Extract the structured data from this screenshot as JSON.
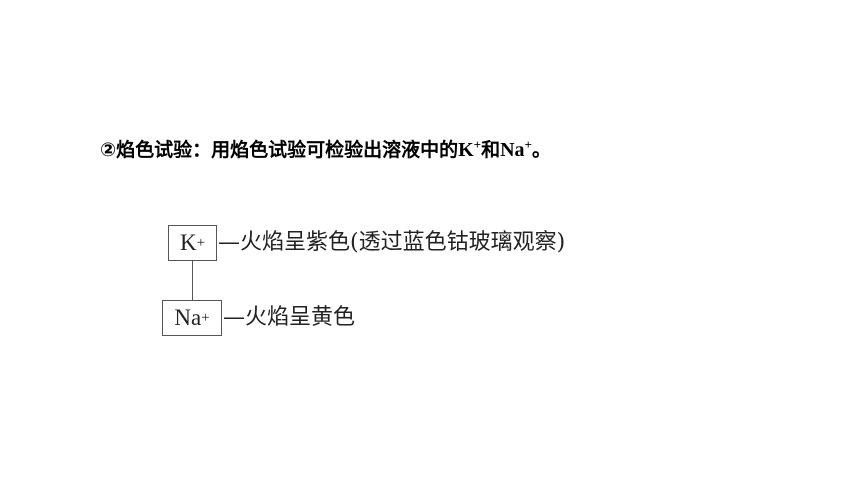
{
  "heading": {
    "prefix": "②焰色试验：用焰色试验可检验出溶液中的",
    "ion1_base": "K",
    "ion1_charge": "+",
    "conjunction": "和",
    "ion2_base": "Na",
    "ion2_charge": "+",
    "suffix": "。"
  },
  "diagram": {
    "potassium": {
      "symbol": "K",
      "charge": "+",
      "description": "—火焰呈紫色(透过蓝色钴玻璃观察)"
    },
    "sodium": {
      "symbol": "Na",
      "charge": "+",
      "description": "—火焰呈黄色"
    }
  }
}
